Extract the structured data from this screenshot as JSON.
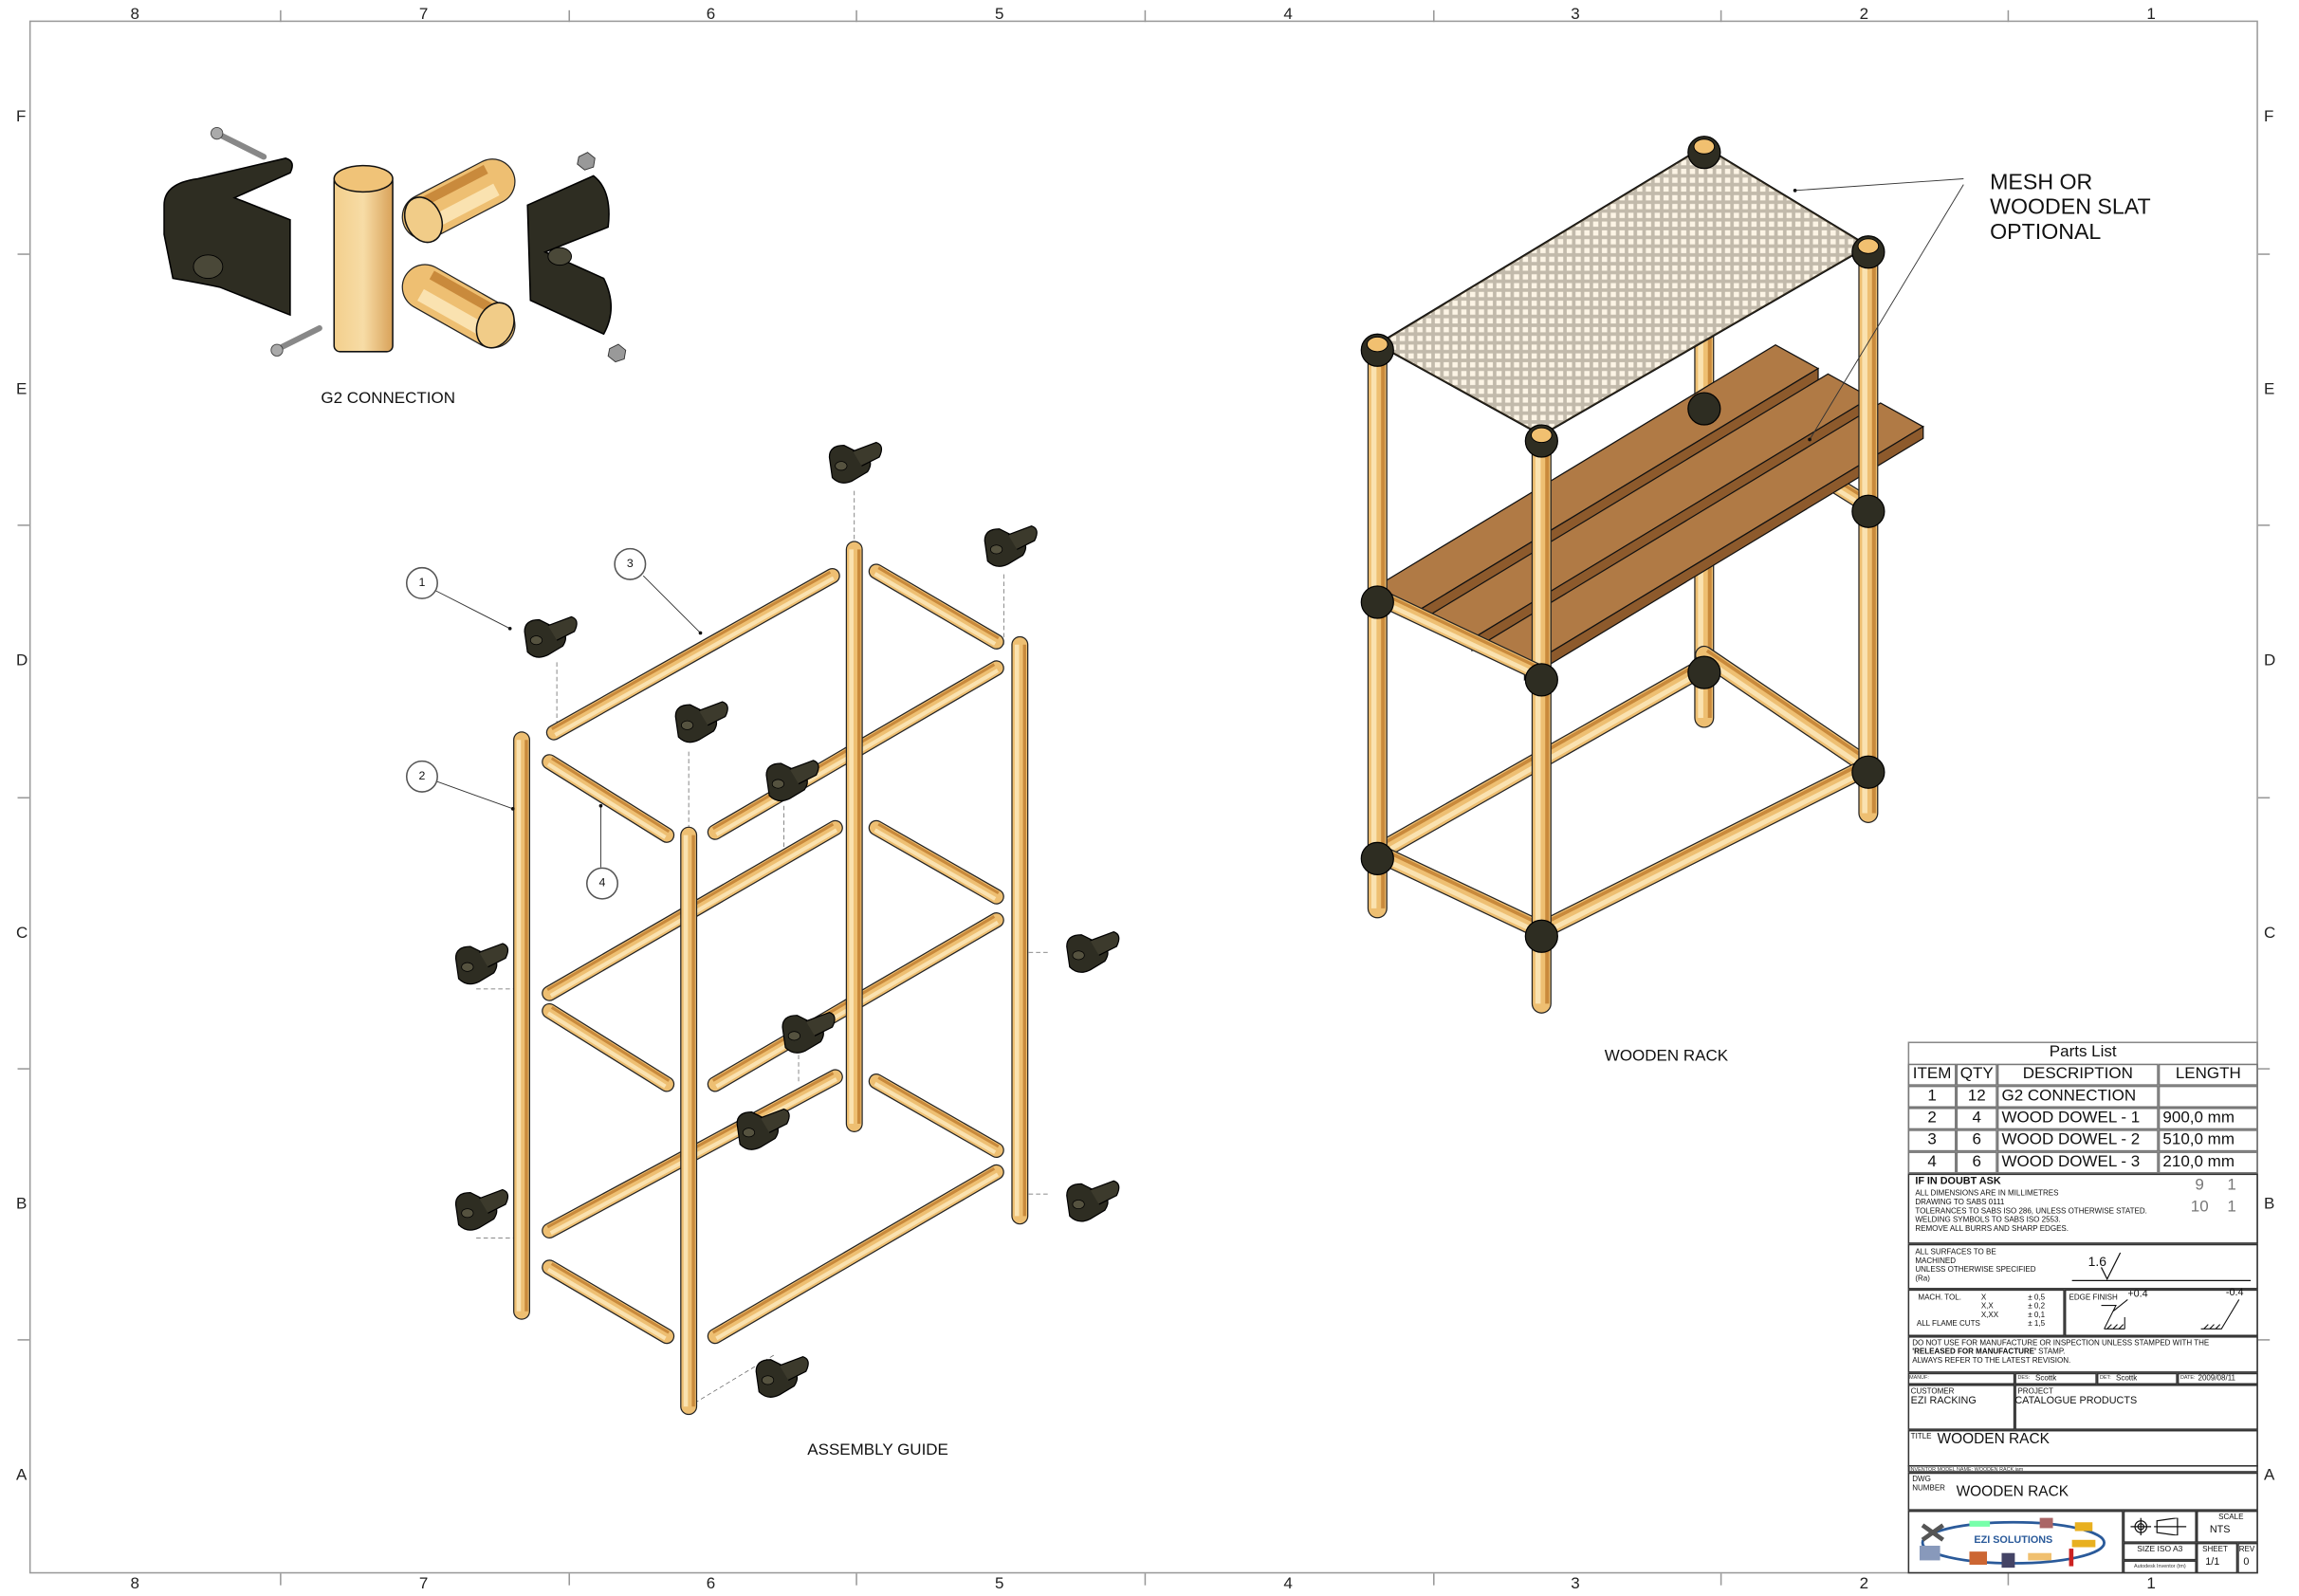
{
  "sheet": {
    "zone_columns": [
      "8",
      "7",
      "6",
      "5",
      "4",
      "3",
      "2",
      "1"
    ],
    "zone_rows": [
      "F",
      "E",
      "D",
      "C",
      "B",
      "A"
    ]
  },
  "views": {
    "g2_caption": "G2 CONNECTION",
    "assembly_caption": "ASSEMBLY GUIDE",
    "rack_caption": "WOODEN RACK",
    "callout_lines": [
      "MESH OR",
      "WOODEN SLAT",
      "OPTIONAL"
    ],
    "balloons": [
      "1",
      "2",
      "3",
      "4"
    ]
  },
  "parts_list": {
    "title": "Parts List",
    "headers": [
      "ITEM",
      "QTY",
      "DESCRIPTION",
      "LENGTH"
    ],
    "rows": [
      {
        "item": "1",
        "qty": "12",
        "description": "G2 CONNECTION",
        "length": ""
      },
      {
        "item": "2",
        "qty": "4",
        "description": "WOOD DOWEL - 1",
        "length": "900,0 mm"
      },
      {
        "item": "3",
        "qty": "6",
        "description": "WOOD DOWEL - 2",
        "length": "510,0 mm"
      },
      {
        "item": "4",
        "qty": "6",
        "description": "WOOD DOWEL - 3",
        "length": "210,0 mm"
      }
    ],
    "overlapped_rows": [
      {
        "item": "9",
        "qty": "1"
      },
      {
        "item": "10",
        "qty": "1"
      }
    ]
  },
  "title_block": {
    "notes_heading": "IF IN DOUBT ASK",
    "notes": [
      "ALL DIMENSIONS ARE IN MILLIMETRES",
      "DRAWING TO SABS 0111",
      "TOLERANCES TO SABS ISO 286, UNLESS OTHERWISE STATED.",
      "WELDING SYMBOLS TO SABS ISO 2553.",
      "REMOVE ALL BURRS AND SHARP EDGES."
    ],
    "surface_notes": [
      "ALL SURFACES TO BE",
      "MACHINED",
      "UNLESS OTHERWISE SPECIFIED",
      "(Ra)"
    ],
    "surface_value": "1.6",
    "mach_tol_label": "MACH. TOL.",
    "tolerances": [
      {
        "format": "X",
        "value": "± 0,5"
      },
      {
        "format": "X,X",
        "value": "± 0,2"
      },
      {
        "format": "X,XX",
        "value": "± 0,1"
      }
    ],
    "flame_cuts_label": "ALL FLAME CUTS",
    "flame_cuts_value": "± 1,5",
    "edge_finish_label": "EDGE FINISH",
    "edge_plus": "+0.4",
    "edge_minus": "-0.4",
    "warning_line1": "DO NOT USE FOR MANUFACTURE OR INSPECTION UNLESS STAMPED WITH THE",
    "warning_stamp": "'RELEASED FOR MANUFACTURE'",
    "warning_stamp_suffix": " STAMP.",
    "warning_line3": "ALWAYS REFER TO THE LATEST REVISION.",
    "manuf_label": "MANUF:",
    "des_label": "DES:",
    "des_value": "Scottk",
    "det_label": "DET:",
    "det_value": "Scottk",
    "date_label": "DATE:",
    "date_value": "2009/08/11",
    "customer_label": "CUSTOMER",
    "customer_value": "EZI RACKING",
    "project_label": "PROJECT",
    "project_value": "CATALOGUE PRODUCTS",
    "title_label": "TITLE",
    "title_value": "WOODEN RACK",
    "model_name": "INVENTOR MODEL NAME: WOODEN RACK.iam",
    "dwg_label_1": "DWG",
    "dwg_label_2": "NUMBER",
    "dwg_value": "WOODEN RACK",
    "logo_text": "EZI SOLUTIONS",
    "size": "SIZE ISO A3",
    "software": "Autodesk Inventor (tm)",
    "scale_label": "SCALE",
    "scale_value": "NTS",
    "sheet_label": "SHEET",
    "sheet_value": "1/1",
    "rev_label": "REV",
    "rev_value": "0"
  },
  "colors": {
    "wood": "#eebf72",
    "wood_dark": "#c98a3c",
    "connector": "#2e2d22",
    "slat": "#b07a45",
    "frame_line": "#9a9a9a"
  }
}
